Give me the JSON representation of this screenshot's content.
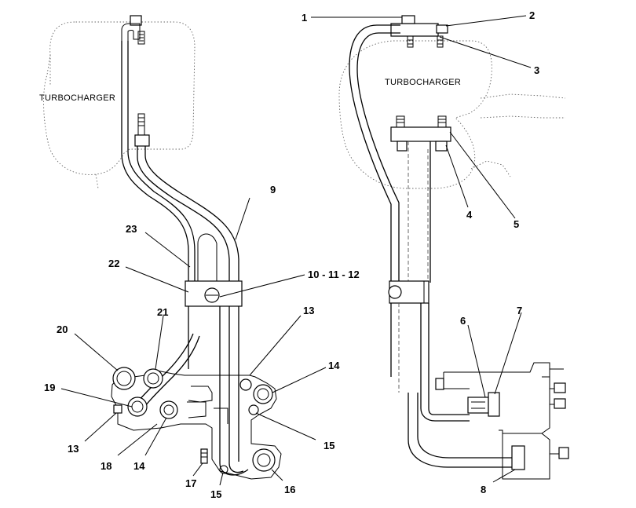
{
  "captions": {
    "left": "TURBOCHARGER",
    "right": "TURBOCHARGER"
  },
  "callouts": {
    "c1": "1",
    "c2": "2",
    "c3": "3",
    "c4": "4",
    "c5": "5",
    "c6": "6",
    "c7": "7",
    "c8": "8",
    "c9": "9",
    "c10": "10 - 11 - 12",
    "c13a": "13",
    "c13b": "13",
    "c14a": "14",
    "c14b": "14",
    "c15a": "15",
    "c15b": "15",
    "c16": "16",
    "c17": "17",
    "c18": "18",
    "c19": "19",
    "c20": "20",
    "c21": "21",
    "c22": "22",
    "c23": "23"
  }
}
